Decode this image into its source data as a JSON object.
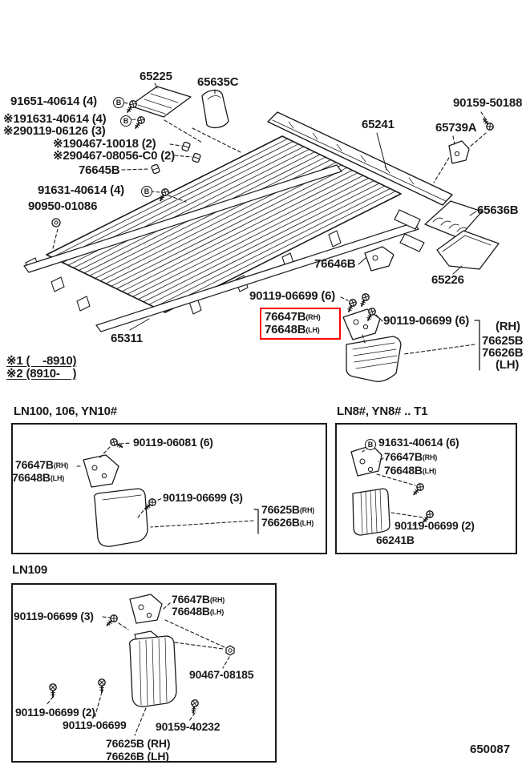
{
  "doc_number": "650087",
  "symbols": {
    "circled_b": "B"
  },
  "main": {
    "l65225": "65225",
    "l65635c": "65635C",
    "l91651": "91651-40614 (4)",
    "ls1_91631": "※191631-40614 (4)",
    "ls2_90119": "※290119-06126 (3)",
    "ls1_90467": "※190467-10018 (2)",
    "ls2_90467": "※290467-08056-C0 (2)",
    "l76645b": "76645B",
    "l91631": "91631-40614 (4)",
    "l90950": "90950-01086",
    "l90159": "90159-50188",
    "l65241": "65241",
    "l65739a": "65739A",
    "l65636b": "65636B",
    "l76646b": "76646B",
    "l65226": "65226",
    "l90119_top": "90119-06699 (6)",
    "l76647b": "76647B",
    "l76647b_sfx": "(RH)",
    "l76648b": "76648B",
    "l76648b_sfx": "(LH)",
    "l90119_right": "90119-06699 (6)",
    "rh": "(RH)",
    "l76625b": "76625B",
    "l76626b": "76626B",
    "lh": "(LH)",
    "l65311": "65311",
    "note1": "※1 (    -8910)",
    "note2": "※2 (8910-    )"
  },
  "ln100": {
    "title": "LN100, 106, YN10#",
    "l90119_06081": "90119-06081 (6)",
    "l76647b": "76647B",
    "l76647b_sfx": "(RH)",
    "l76648b": "76648B",
    "l76648b_sfx": "(LH)",
    "l90119_06699": "90119-06699 (3)",
    "l76625b": "76625B",
    "l76625b_sfx": "(RH)",
    "l76626b": "76626B",
    "l76626b_sfx": "(LH)"
  },
  "ln8": {
    "title": "LN8#, YN8# .. T1",
    "l91631": "91631-40614 (6)",
    "l76647b": "76647B",
    "l76647b_sfx": "(RH)",
    "l76648b": "76648B",
    "l76648b_sfx": "(LH)",
    "l90119": "90119-06699 (2)",
    "l66241b": "66241B"
  },
  "ln109": {
    "title": "LN109",
    "l76647b": "76647B",
    "l76647b_sfx": "(RH)",
    "l76648b": "76648B",
    "l76648b_sfx": "(LH)",
    "l90119_3": "90119-06699 (3)",
    "l90467": "90467-08185",
    "l90119_2": "90119-06699 (2)",
    "l90119": "90119-06699",
    "l90159": "90159-40232",
    "l76625b": "76625B (RH)",
    "l76626b": "76626B (LH)"
  }
}
